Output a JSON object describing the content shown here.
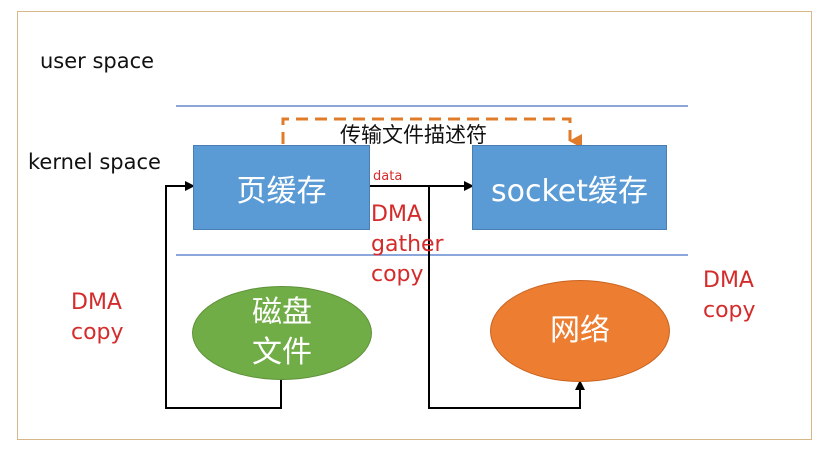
{
  "labels": {
    "user_space": "user space",
    "kernel_space": "kernel space",
    "transfer_descriptor": "传输文件描述符",
    "data_small": "data",
    "dma_gather_copy": [
      "DMA",
      "gather",
      "copy"
    ],
    "dma_copy_left": [
      "DMA",
      "copy"
    ],
    "dma_copy_right": [
      "DMA",
      "copy"
    ]
  },
  "nodes": {
    "page_cache": "页缓存",
    "socket_buffer": "socket缓存",
    "disk_file": [
      "磁盘",
      "文件"
    ],
    "network": "网络"
  },
  "colors": {
    "frame_border": "#d6b787",
    "divider": "#4472c4",
    "box_fill": "#5b9bd5",
    "disk_fill": "#70ad47",
    "network_fill": "#ed7d31",
    "dashed_arrow": "#e07b2a",
    "label_red": "#d42b2b"
  }
}
